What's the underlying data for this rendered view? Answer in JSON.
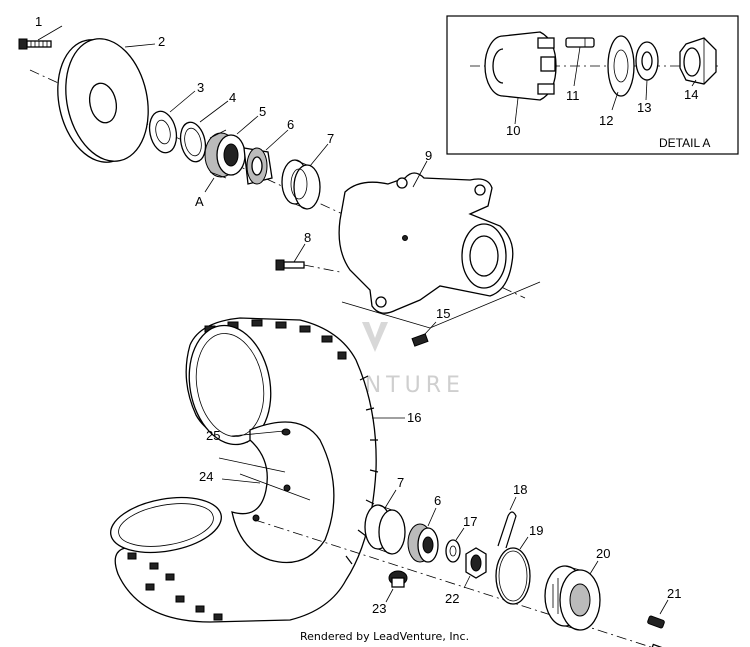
{
  "callouts": {
    "c1": "1",
    "c2": "2",
    "c3": "3",
    "c4": "4",
    "c5": "5",
    "c6a": "6",
    "c7a": "7",
    "cA": "A",
    "c8": "8",
    "c9": "9",
    "c10": "10",
    "c11": "11",
    "c12": "12",
    "c13": "13",
    "c14": "14",
    "c15": "15",
    "c16": "16",
    "c17": "17",
    "c18": "18",
    "c19": "19",
    "c20": "20",
    "c21": "21",
    "c22": "22",
    "c23": "23",
    "c24": "24",
    "c25": "25",
    "c6b": "6",
    "c7b": "7"
  },
  "detail_title": "DETAIL A",
  "watermark": "LEADVENTURE",
  "footer": "Rendered by LeadVenture, Inc."
}
